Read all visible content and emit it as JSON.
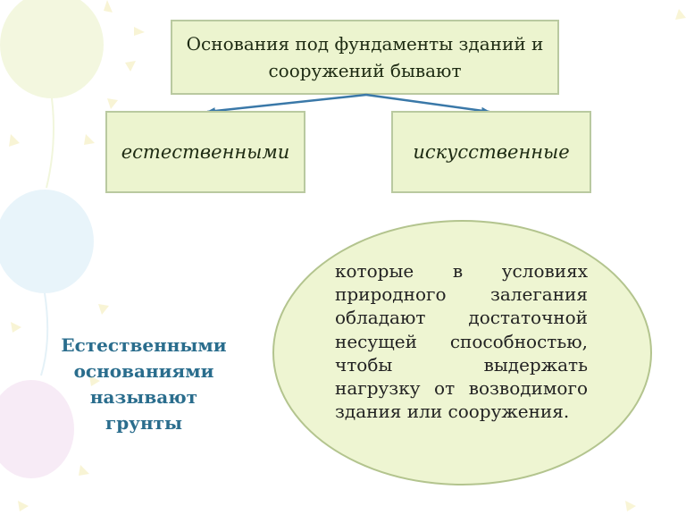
{
  "diagram": {
    "top_box": "Основания под фундаменты зданий и сооружений бывают",
    "left_box": "естественными",
    "right_box": "искусственные",
    "definition_label": "Естественными основаниями называют грунты",
    "definition_text": "которые в условиях природного залегания обладают достаточной несущей способностью, чтобы выдержать нагрузку от возводимого здания или сооружения."
  },
  "colors": {
    "box_fill": "#ecf4cf",
    "box_border": "#b9c9a0",
    "arrow": "#3a78a8",
    "label_text": "#2a6d8d"
  }
}
